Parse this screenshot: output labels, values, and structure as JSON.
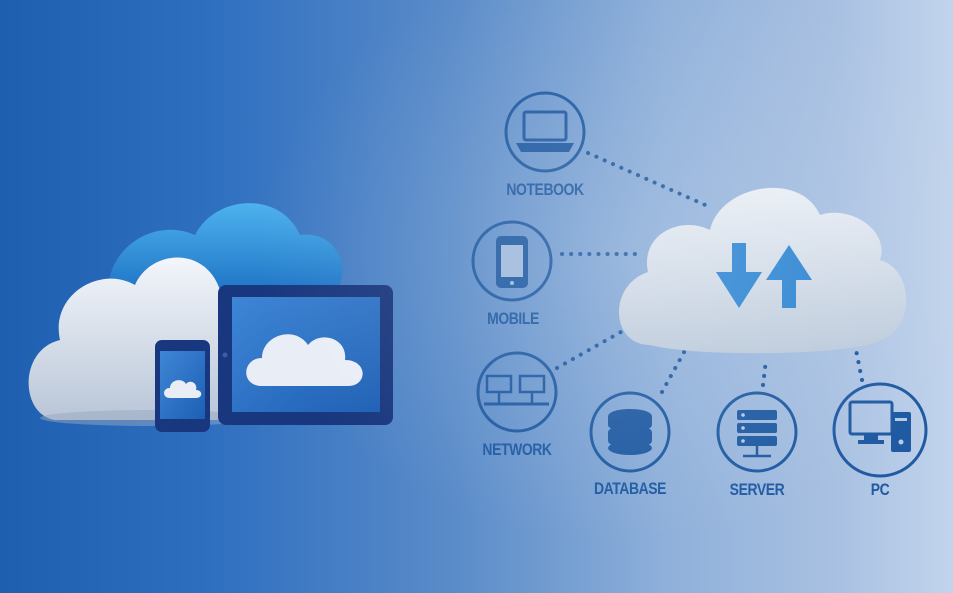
{
  "colors": {
    "icon": "#1f5aa2",
    "cloud_blue": "#2f8fd8",
    "cloud_white": "#dfe6ef",
    "device_frame": "#19377e"
  },
  "nodes": {
    "notebook": {
      "label": "NOTEBOOK",
      "icon": "laptop-icon"
    },
    "mobile": {
      "label": "MOBILE",
      "icon": "smartphone-icon"
    },
    "network": {
      "label": "NETWORK",
      "icon": "network-icon"
    },
    "database": {
      "label": "DATABASE",
      "icon": "database-icon"
    },
    "server": {
      "label": "SERVER",
      "icon": "server-icon"
    },
    "pc": {
      "label": "PC",
      "icon": "desktop-pc-icon"
    }
  },
  "hub": {
    "icon": "upload-download-arrows-icon"
  }
}
